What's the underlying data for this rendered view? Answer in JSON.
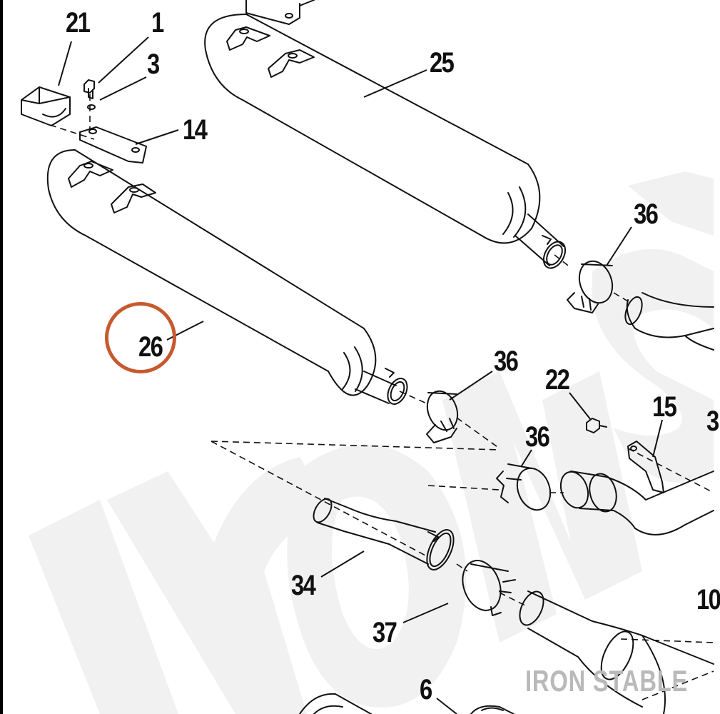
{
  "diagram": {
    "callouts": [
      {
        "id": "c21",
        "label": "21"
      },
      {
        "id": "c1",
        "label": "1"
      },
      {
        "id": "c3",
        "label": "3"
      },
      {
        "id": "c14",
        "label": "14"
      },
      {
        "id": "c25",
        "label": "25"
      },
      {
        "id": "c26",
        "label": "26"
      },
      {
        "id": "c36a",
        "label": "36"
      },
      {
        "id": "c36b",
        "label": "36"
      },
      {
        "id": "c36c",
        "label": "36"
      },
      {
        "id": "c22",
        "label": "22"
      },
      {
        "id": "c15",
        "label": "15"
      },
      {
        "id": "c34",
        "label": "34"
      },
      {
        "id": "c37",
        "label": "37"
      },
      {
        "id": "c6",
        "label": "6"
      },
      {
        "id": "c10",
        "label": "10"
      },
      {
        "id": "c3b",
        "label": "3"
      }
    ],
    "highlighted_callout": "26",
    "highlight_color": "#c65a2e",
    "watermark": "IRON STABLE",
    "watermark_color": "#b9b9b9"
  }
}
